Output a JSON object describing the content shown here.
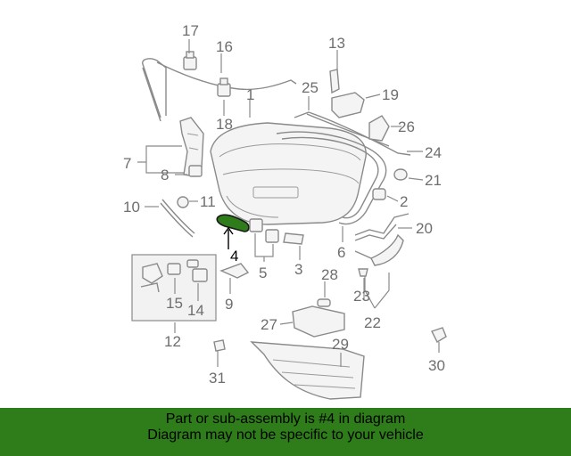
{
  "callouts": {
    "n1": "1",
    "n2": "2",
    "n3": "3",
    "n4": "4",
    "n5": "5",
    "n6": "6",
    "n7": "7",
    "n8": "8",
    "n9": "9",
    "n10": "10",
    "n11": "11",
    "n12": "12",
    "n13": "13",
    "n14": "14",
    "n15": "15",
    "n16": "16",
    "n17": "17",
    "n18": "18",
    "n19": "19",
    "n20": "20",
    "n21": "21",
    "n22": "22",
    "n23": "23",
    "n24": "24",
    "n25": "25",
    "n26": "26",
    "n27": "27",
    "n28": "28",
    "n29": "29",
    "n30": "30",
    "n31": "31"
  },
  "highlight": {
    "part_number": "4",
    "color": "#2e7d1a"
  },
  "banner": {
    "line1": "Part or sub-assembly is #4 in diagram",
    "line2": "Diagram may not be specific to your vehicle",
    "background": "#2e7d1a"
  }
}
